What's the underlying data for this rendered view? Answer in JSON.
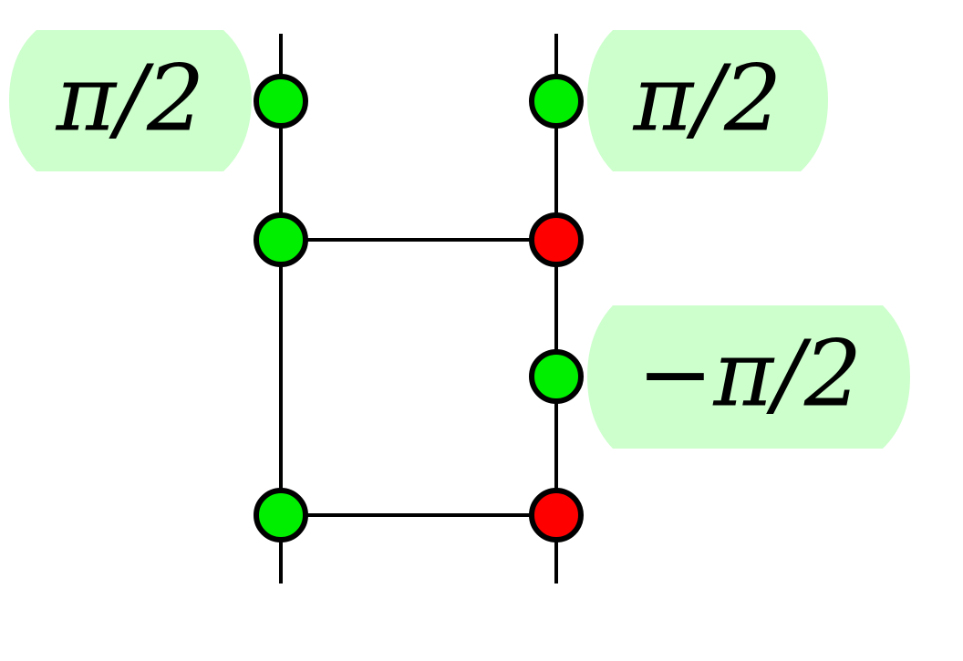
{
  "colors": {
    "green_node": "#00ee00",
    "red_node": "#ff0000",
    "phase_label_bg": "#ccffcc",
    "wire": "#000000"
  },
  "phases": {
    "left_top": "π/2",
    "right_top": "π/2",
    "right_middle": "−π/2"
  }
}
